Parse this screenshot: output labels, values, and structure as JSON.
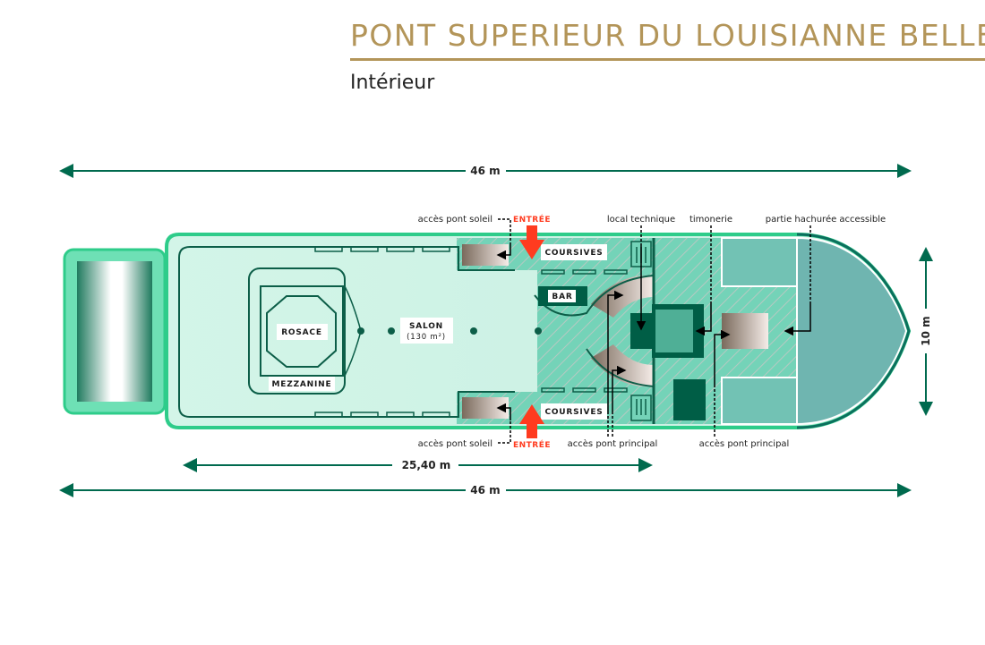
{
  "header": {
    "title": "PONT SUPERIEUR DU LOUISIANNE BELLE",
    "subtitle": "Intérieur"
  },
  "dimensions": {
    "top_length": "46 m",
    "bottom_length": "46 m",
    "salon_length": "25,40 m",
    "width": "10 m"
  },
  "rooms": {
    "rosace": "ROSACE",
    "mezzanine": "MEZZANINE",
    "salon": "SALON",
    "salon_area": "(130 m²)",
    "bar": "BAR",
    "coursives_top": "COURSIVES",
    "coursives_bottom": "COURSIVES"
  },
  "annotations": {
    "acces_soleil_top": "accès pont soleil",
    "acces_soleil_bottom": "accès pont soleil",
    "entree_top": "ENTRÉE",
    "entree_bottom": "ENTRÉE",
    "local_technique": "local technique",
    "timonerie": "timonerie",
    "partie_hachuree": "partie hachurée accessible",
    "acces_principal_1": "accès pont principal",
    "acces_principal_2": "accès pont principal"
  },
  "colors": {
    "gold": "#b39559",
    "dark_green": "#006a4e",
    "light_green": "#d3f5e8",
    "hull_border": "#2ecc8a",
    "entry_red": "#ff3b1f"
  }
}
